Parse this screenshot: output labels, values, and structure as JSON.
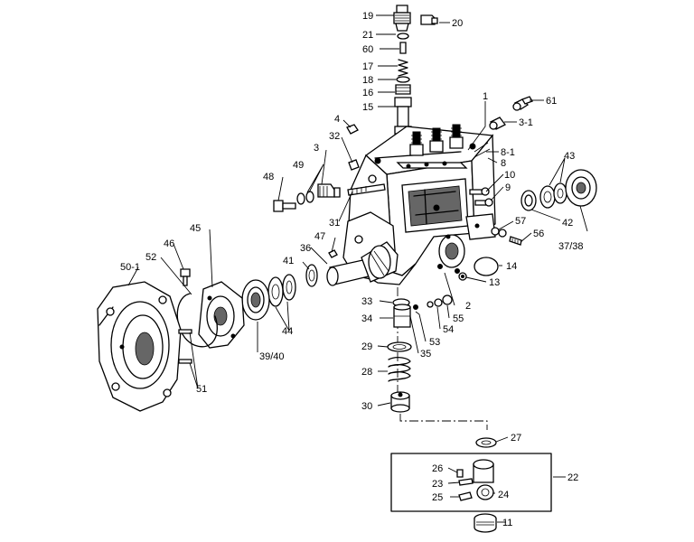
{
  "callouts": {
    "c19": "19",
    "c20": "20",
    "c21": "21",
    "c60": "60",
    "c17": "17",
    "c18": "18",
    "c16": "16",
    "c15": "15",
    "c1": "1",
    "c61": "61",
    "c4": "4",
    "c3_1": "3-1",
    "c32": "32",
    "c3": "3",
    "c8_1": "8-1",
    "c8": "8",
    "c49": "49",
    "c48": "48",
    "c10": "10",
    "c9": "9",
    "c43": "43",
    "c31": "31",
    "c42": "42",
    "c37_38": "37/38",
    "c57": "57",
    "c56": "56",
    "c45": "45",
    "c47": "47",
    "c46": "46",
    "c36": "36",
    "c52": "52",
    "c50_1": "50-1",
    "c41": "41",
    "c14": "14",
    "c13": "13",
    "c2": "2",
    "c33": "33",
    "c55": "55",
    "c34": "34",
    "c44": "44",
    "c54": "54",
    "c53": "53",
    "c29": "29",
    "c39_40": "39/40",
    "c35": "35",
    "c28": "28",
    "c51": "51",
    "c30": "30",
    "c27": "27",
    "c26": "26",
    "c22": "22",
    "c23": "23",
    "c25": "25",
    "c24": "24",
    "c11": "11"
  }
}
